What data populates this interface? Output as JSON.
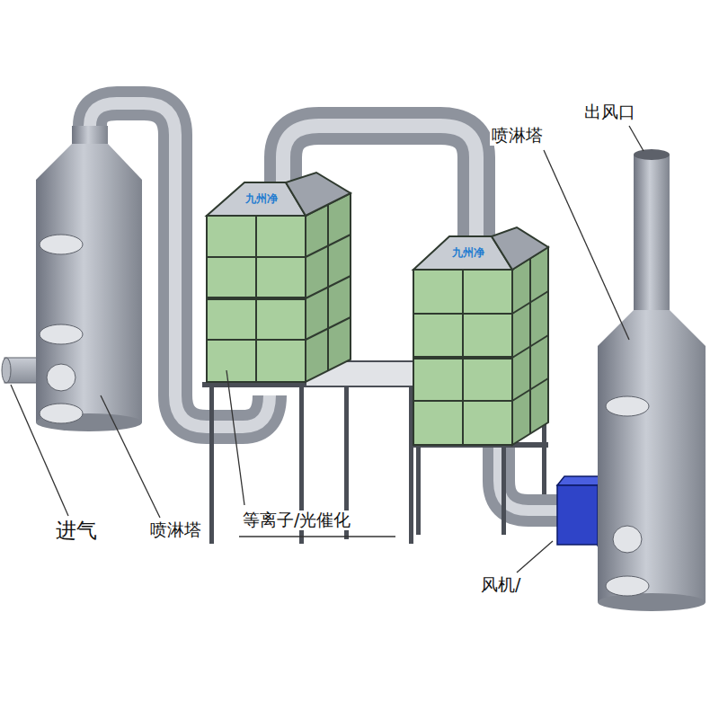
{
  "diagram": {
    "labels": [
      "九州净",
      "九州净",
      "喷淋塔",
      "出风口",
      "进气",
      "喷淋塔",
      "等离子/光催化",
      "风机/"
    ]
  }
}
